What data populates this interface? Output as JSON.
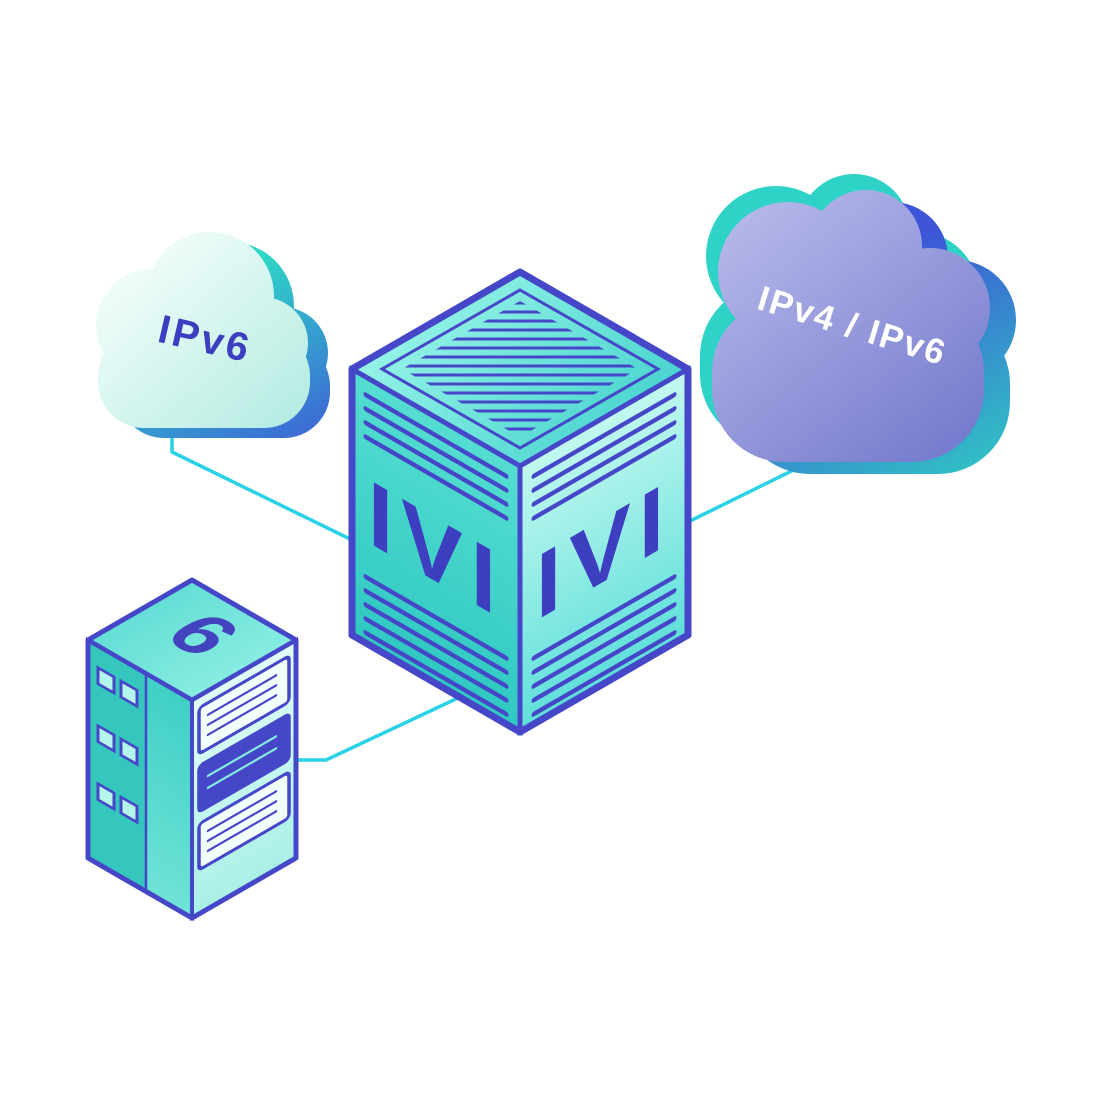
{
  "illustration": {
    "left_cloud": {
      "label": "IPv6"
    },
    "right_cloud": {
      "label": "IPv4 / IPv6"
    },
    "translator_box": {
      "left_face_label": "IVI",
      "right_face_label": "IVI"
    },
    "server_tower": {
      "top_label": "6"
    },
    "colors": {
      "outline_indigo": "#4646c8",
      "teal": "#2fd0c4",
      "cyan_connector": "#29d2e6",
      "cloud_purple": "#8a8fd8",
      "cloud_mint": "#d9f7f1",
      "background": "#ffffff"
    }
  }
}
